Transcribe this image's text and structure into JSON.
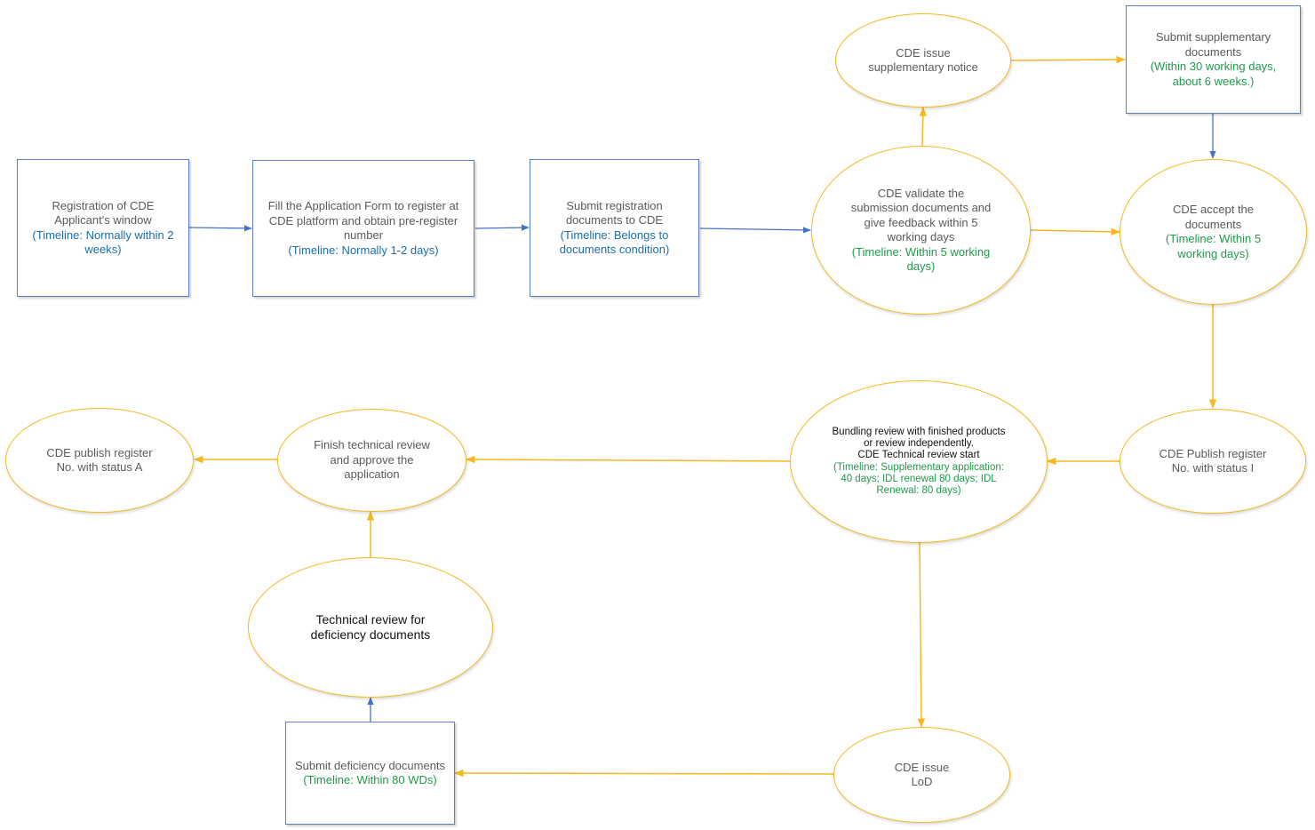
{
  "nodes": {
    "registration_window": {
      "label": "Registration of CDE\nApplicant's window",
      "timeline": "(Timeline: Normally within 2\nweeks)"
    },
    "fill_application": {
      "label": "Fill the Application Form to register at\nCDE platform and obtain pre-register\nnumber",
      "timeline": "(Timeline: Normally 1-2 days)"
    },
    "submit_registration": {
      "label": "Submit registration\ndocuments to CDE",
      "timeline": "(Timeline: Belongs to\ndocuments condition)"
    },
    "cde_validate": {
      "label": "CDE validate the\nsubmission documents and\ngive feedback within 5\nworking days",
      "timeline": "(Timeline: Within 5 working\ndays)"
    },
    "cde_supplementary_notice": {
      "label": "CDE issue\nsupplementary notice"
    },
    "submit_supplementary": {
      "label": "Submit supplementary\ndocuments",
      "timeline": "(Within 30 working days,\nabout 6 weeks.)"
    },
    "cde_accept": {
      "label": "CDE accept the\ndocuments",
      "timeline": "(Timeline: Within 5\nworking days)"
    },
    "cde_publish_status_i": {
      "label": "CDE Publish register\nNo. with status I"
    },
    "technical_review_start": {
      "label": "Bundling review with finished products\nor review independently.\nCDE Technical review start",
      "timeline": "(Timeline: Supplementary application:\n40 days; IDL renewal 80 days; IDL\nRenewal: 80 days)"
    },
    "finish_technical_review": {
      "label": "Finish technical review\nand approve the\napplication"
    },
    "cde_publish_status_a": {
      "label": "CDE publish register\nNo. with status A"
    },
    "technical_review_deficiency": {
      "label": "Technical review for\ndeficiency documents"
    },
    "submit_deficiency": {
      "label": "Submit deficiency documents",
      "timeline": "(Timeline: Within 80 WDs)"
    },
    "cde_issue_lod": {
      "label": "CDE issue\nLoD"
    }
  },
  "colors": {
    "rect_border": "#5b7fc5",
    "ellipse_border": "#f5b91e",
    "arrow_blue": "#4472c4",
    "arrow_orange": "#f5b91e",
    "timeline_blue": "#1b6ea8",
    "timeline_green": "#1f9a4b"
  }
}
